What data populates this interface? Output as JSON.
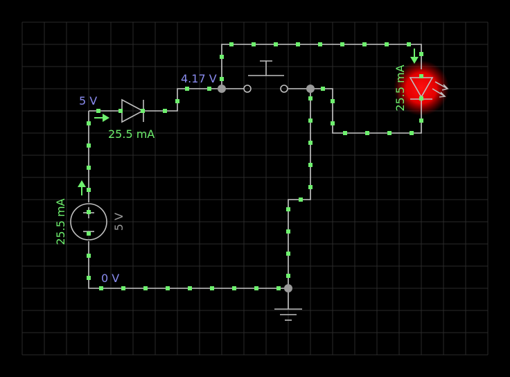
{
  "colors": {
    "background": "#000000",
    "grid": "#2a2a2a",
    "wire": "#c8c8c8",
    "current_dot": "#6ef06e",
    "current_label": "#6ef06e",
    "voltage_label": "#8a8cf0",
    "source_label": "#9a9a9a",
    "led_glow": "#ff0000"
  },
  "labels": {
    "node_5v": "5 V",
    "node_417v": "4.17 V",
    "node_0v": "0 V",
    "current_diode": "25.5 mA",
    "current_source": "25.5 mA",
    "current_led": "25.5 mA",
    "source_value": "5 V"
  },
  "components": {
    "source": "dc-voltage-source",
    "diode": "diode",
    "switch": "push-button-switch",
    "led": "led",
    "ground": "ground"
  }
}
